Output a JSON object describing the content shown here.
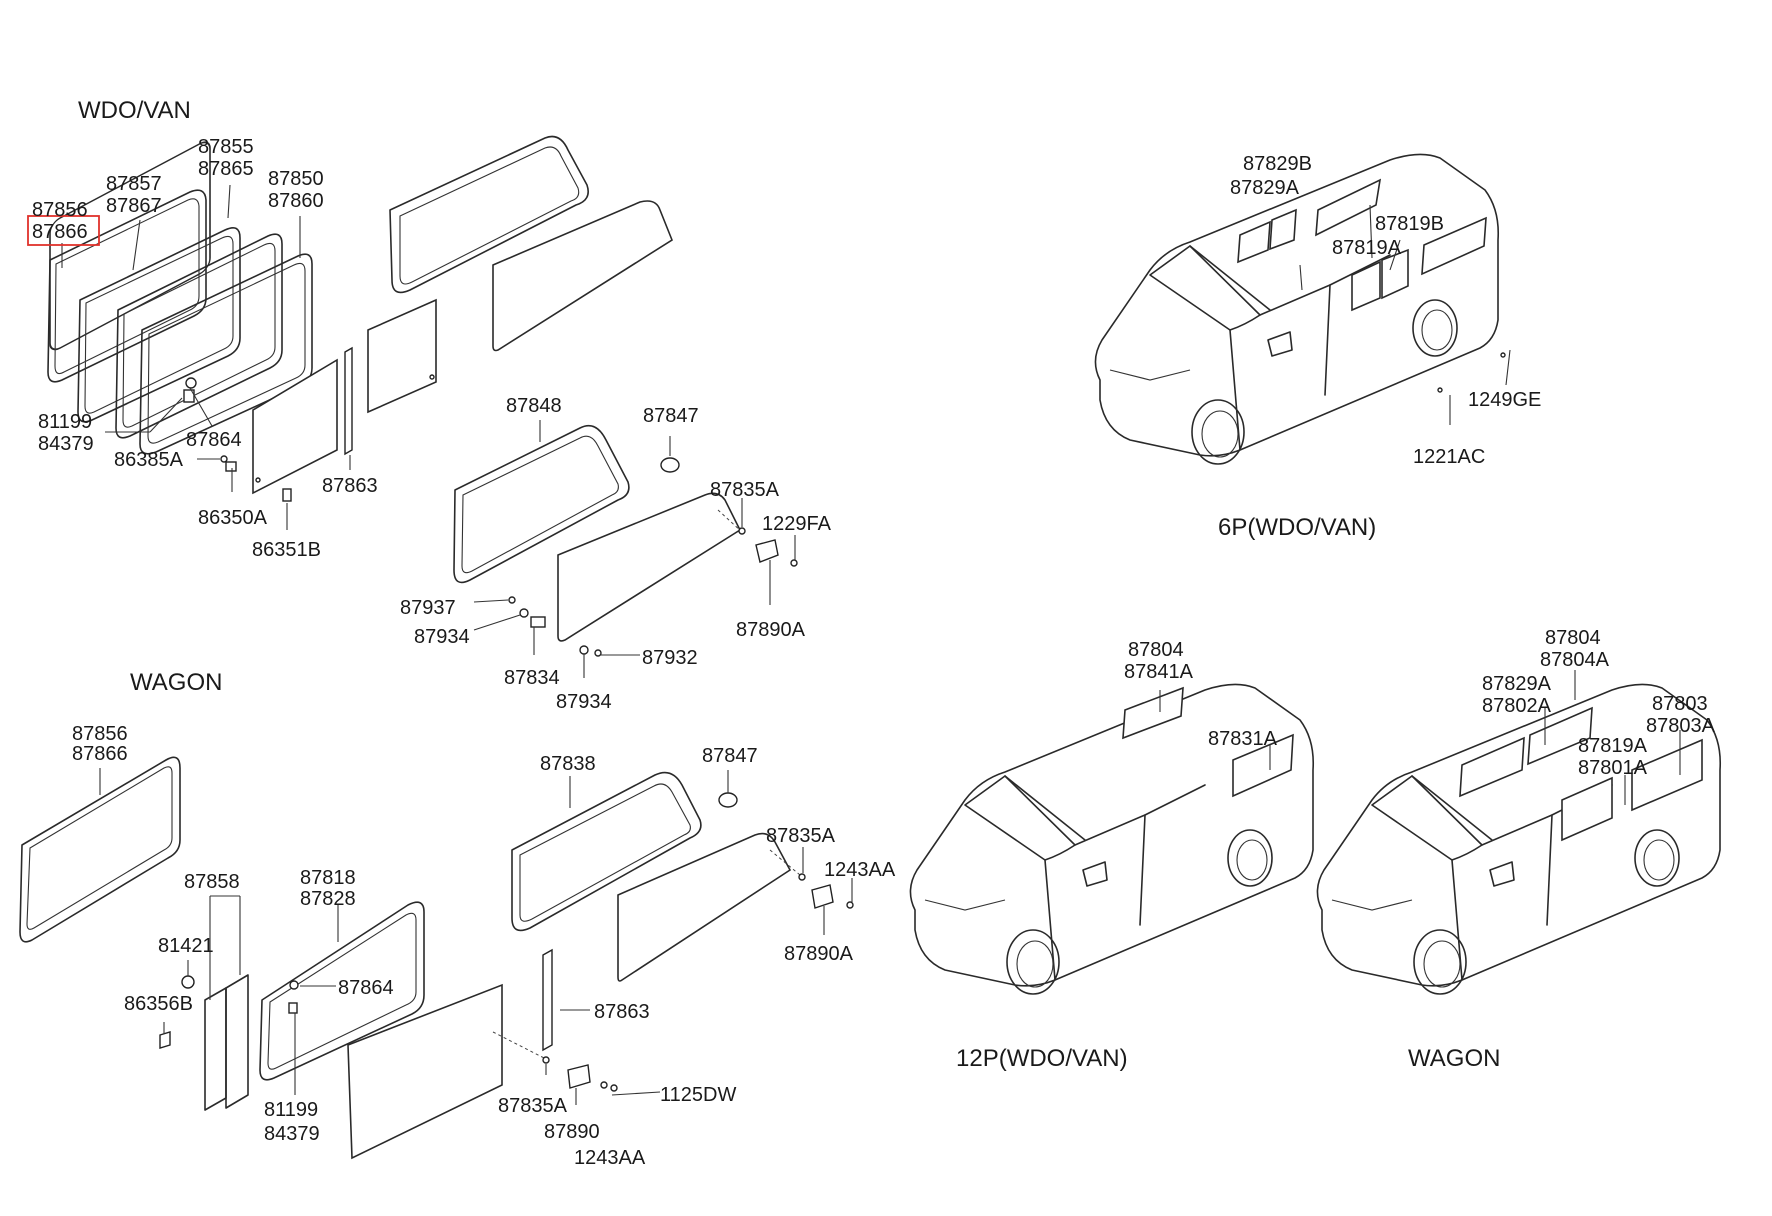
{
  "sections": {
    "wdo_van": "WDO/VAN",
    "wagon": "WAGON"
  },
  "views": {
    "p6": "6P(WDO/VAN)",
    "p12": "12P(WDO/VAN)",
    "wagon": "WAGON"
  },
  "highlight": {
    "part": "87866",
    "color": "#e0312b"
  },
  "labels": {
    "l87856a": "87856",
    "l87866a": "87866",
    "l87857": "87857",
    "l87867": "87867",
    "l87855": "87855",
    "l87865": "87865",
    "l87850": "87850",
    "l87860": "87860",
    "l81199a": "81199",
    "l84379a": "84379",
    "l87864a": "87864",
    "l86385A": "86385A",
    "l86350A": "86350A",
    "l86351B": "86351B",
    "l87863a": "87863",
    "l87848": "87848",
    "l87847a": "87847",
    "l87835Aa": "87835A",
    "l1229FA": "1229FA",
    "l87890A_a": "87890A",
    "l87937": "87937",
    "l87934a": "87934",
    "l87834": "87834",
    "l87934b": "87934",
    "l87932": "87932",
    "l87856b": "87856",
    "l87866b": "87866",
    "l87858": "87858",
    "l81421": "81421",
    "l86356B": "86356B",
    "l87818": "87818",
    "l87828": "87828",
    "l87864b": "87864",
    "l81199b": "81199",
    "l84379b": "84379",
    "l87838": "87838",
    "l87847b": "87847",
    "l87835Ab": "87835A",
    "l1243AAa": "1243AA",
    "l87890A_b": "87890A",
    "l87863b": "87863",
    "l87835Ac": "87835A",
    "l87890": "87890",
    "l1125DW": "1125DW",
    "l1243AAb": "1243AA",
    "l87829B": "87829B",
    "l87829A_a": "87829A",
    "l87819B": "87819B",
    "l87819A_a": "87819A",
    "l1249GE": "1249GE",
    "l1221AC": "1221AC",
    "l87804a": "87804",
    "l87841A": "87841A",
    "l87831A": "87831A",
    "l87804b": "87804",
    "l87804A": "87804A",
    "l87829A_b": "87829A",
    "l87802A": "87802A",
    "l87803": "87803",
    "l87803A": "87803A",
    "l87819A_b": "87819A",
    "l87801A": "87801A"
  }
}
